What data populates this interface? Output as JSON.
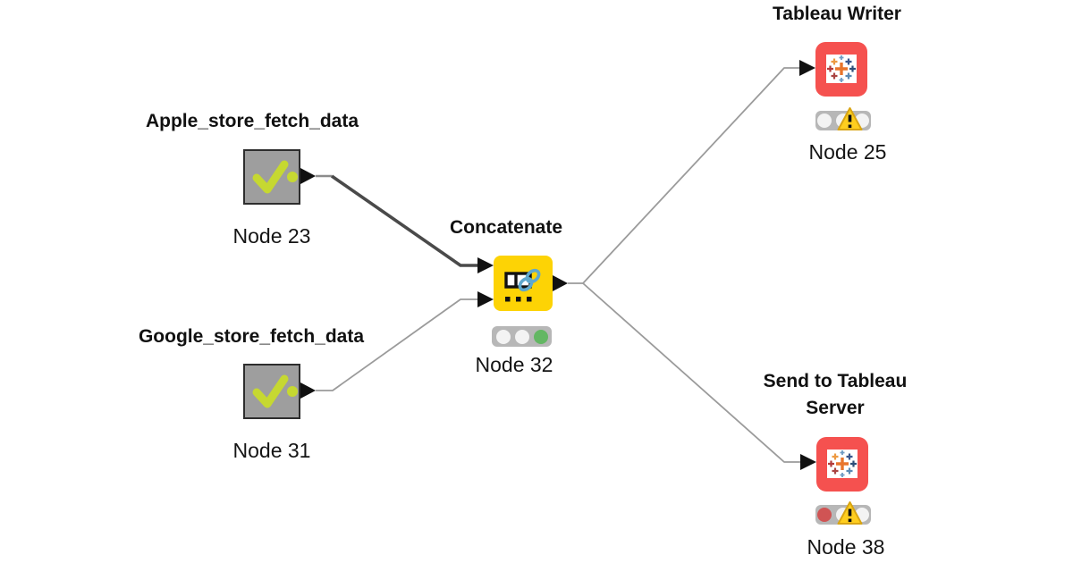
{
  "workflow": {
    "nodes": {
      "apple": {
        "title": "Apple_store_fetch_data",
        "label": "Node 23",
        "type": "metanode",
        "status_icon": "green-checkmark",
        "traffic_lights": []
      },
      "google": {
        "title": "Google_store_fetch_data",
        "label": "Node 31",
        "type": "metanode",
        "status_icon": "green-checkmark",
        "traffic_lights": []
      },
      "concatenate": {
        "title": "Concatenate",
        "label": "Node 32",
        "type": "concatenate-node",
        "status_icon": "chain-link",
        "traffic_lights": [
          "empty",
          "empty",
          "green"
        ]
      },
      "tableau_writer": {
        "title": "Tableau Writer",
        "label": "Node 25",
        "type": "tableau-node",
        "status_icon": "tableau-logo",
        "traffic_lights": [
          "empty",
          "warning",
          "empty"
        ]
      },
      "tableau_server": {
        "title": "Send to Tableau Server",
        "label": "Node 38",
        "type": "tableau-node",
        "status_icon": "tableau-logo",
        "traffic_lights": [
          "red",
          "warning",
          "empty"
        ]
      }
    },
    "connections": [
      {
        "from": "apple",
        "to": "concatenate",
        "to_port": "top",
        "style": "selected-thick-dark"
      },
      {
        "from": "google",
        "to": "concatenate",
        "to_port": "bottom",
        "style": "normal"
      },
      {
        "from": "concatenate",
        "to": "tableau_writer",
        "style": "normal"
      },
      {
        "from": "concatenate",
        "to": "tableau_server",
        "style": "normal"
      }
    ],
    "colors": {
      "canvas_background": "#ffffff",
      "metanode_fill": "#9e9e9e",
      "metanode_border": "#2d2d2d",
      "checkmark_lime": "#c6d831",
      "concatenate_yellow": "#fdd305",
      "tableau_red": "#f5514f",
      "traffic_light_bg": "#b7b7b7",
      "traffic_green": "#63b763",
      "traffic_red": "#d05454",
      "warning_yellow": "#ffce1f",
      "connection_normal": "#9b9b9b",
      "connection_selected": "#4a4a4a",
      "port_black": "#111111"
    }
  }
}
